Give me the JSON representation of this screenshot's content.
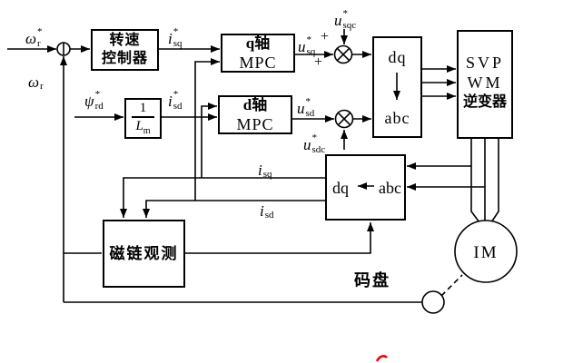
{
  "figure": {
    "background": "#ffffff",
    "line_color": "#000000",
    "annotation_color": "#ff0000"
  },
  "blocks": {
    "speed_controller": {
      "line1": "转速",
      "line2": "控制器"
    },
    "inv_lm": {
      "numerator": "1",
      "denominator_base": "L",
      "denominator_sub": "m"
    },
    "q_axis_mpc": {
      "line1": "q轴",
      "line2": "MPC"
    },
    "d_axis_mpc": {
      "line1": "d轴",
      "line2": "MPC"
    },
    "dq_to_abc": {
      "top": "dq",
      "bottom": "abc"
    },
    "svpwm_inverter": {
      "line1": "SVP",
      "line2": "WM",
      "line3": "逆变器"
    },
    "abc_to_dq": {
      "left": "dq",
      "right": "abc"
    },
    "flux_observer": {
      "label": "磁链观测"
    },
    "induction_motor": {
      "label": "IM"
    },
    "encoder": {
      "label": "码盘"
    }
  },
  "signals": {
    "omega_r_ref": {
      "base": "ω",
      "sup": "*",
      "sub": "r"
    },
    "omega_r": {
      "base": "ω",
      "sub": "r"
    },
    "i_sq_ref": {
      "base": "i",
      "sup": "*",
      "sub": "sq"
    },
    "psi_rd_ref": {
      "base": "ψ",
      "sup": "*",
      "sub": "rd"
    },
    "i_sd_ref": {
      "base": "i",
      "sup": "*",
      "sub": "sd"
    },
    "u_sq_ref": {
      "base": "u",
      "sup": "*",
      "sub": "sq"
    },
    "u_sqc_ref": {
      "base": "u",
      "sup": "*",
      "sub": "sqc"
    },
    "u_sd_ref": {
      "base": "u",
      "sup": "*",
      "sub": "sd"
    },
    "u_sdc_ref": {
      "base": "u",
      "sup": "*",
      "sub": "sdc"
    },
    "i_sq_fb": {
      "base": "i",
      "sub": "sq"
    },
    "i_sd_fb": {
      "base": "i",
      "sub": "sd"
    },
    "plus_upper": "+",
    "plus_lower": "+"
  }
}
